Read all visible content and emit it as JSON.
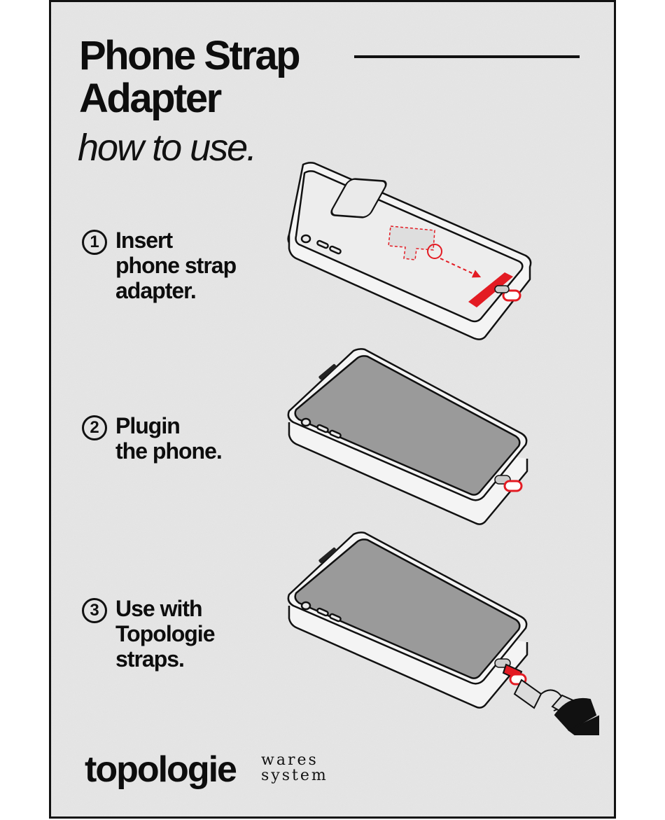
{
  "header": {
    "title_line1": "Phone Strap",
    "title_line2": "Adapter",
    "subtitle": "how to use."
  },
  "steps": [
    {
      "number": "1",
      "lines": [
        "Insert",
        "phone strap",
        "adapter."
      ]
    },
    {
      "number": "2",
      "lines": [
        "Plugin",
        "the phone."
      ]
    },
    {
      "number": "3",
      "lines": [
        "Use with",
        "Topologie",
        "straps."
      ]
    }
  ],
  "brand": {
    "name": "topologie",
    "tagline_line1": "wares",
    "tagline_line2": "system"
  },
  "colors": {
    "accent": "#e31b23",
    "paper": "#e6e6e6",
    "ink": "#111111",
    "screen": "#9a9a9a"
  }
}
